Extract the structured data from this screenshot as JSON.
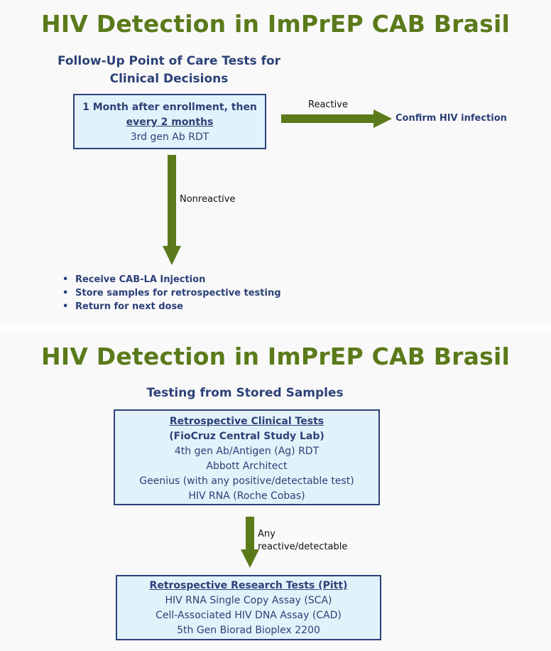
{
  "slide1": {
    "title": "HIV Detection in ImPrEP CAB Brasil",
    "subheading_line1": "Follow-Up Point of Care Tests for",
    "subheading_line2": "Clinical Decisions",
    "box": {
      "line1": "1 Month after enrollment, then",
      "line2": "every 2 months",
      "line3": "3rd gen Ab RDT"
    },
    "reactive_label": "Reactive",
    "confirm_text": "Confirm HIV infection",
    "nonreactive_label": "Nonreactive",
    "bullets": [
      "Receive CAB-LA Injection",
      "Store samples for retrospective testing",
      "Return for next dose"
    ],
    "colors": {
      "title": "#5b7a1a",
      "arrow": "#5b7a1a",
      "text": "#2c4178",
      "box_fill": "#e2f2fa"
    }
  },
  "slide2": {
    "title": "HIV Detection in ImPrEP CAB Brasil",
    "subheading": "Testing from Stored Samples",
    "box1": {
      "heading1": "Retrospective Clinical Tests",
      "heading2": "(FioCruz Central Study Lab)",
      "items": [
        "4th gen Ab/Antigen (Ag) RDT",
        "Abbott Architect",
        "Geenius (with any positive/detectable test)",
        "HIV RNA (Roche Cobas)"
      ]
    },
    "arrow_label_line1": "Any",
    "arrow_label_line2": "reactive/detectable",
    "box2": {
      "heading": "Retrospective Research Tests (Pitt)",
      "items": [
        "HIV RNA Single Copy Assay (SCA)",
        "Cell-Associated HIV DNA Assay (CAD)",
        "5th Gen Biorad Bioplex 2200"
      ]
    }
  }
}
